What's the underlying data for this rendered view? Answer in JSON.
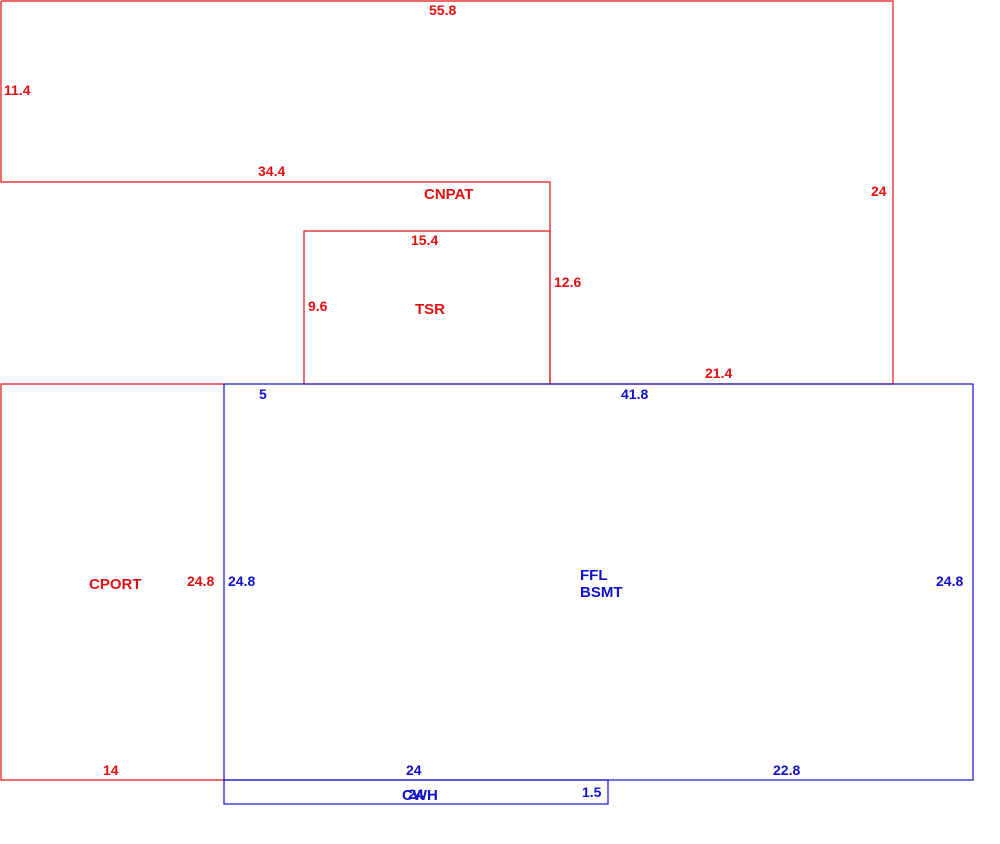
{
  "colors": {
    "upper_level": "#e01010",
    "lower_level": "#1010cc"
  },
  "areas": {
    "cnpat": "CNPAT",
    "tsr": "TSR",
    "cport": "CPORT",
    "ffl": "FFL",
    "bsmt": "BSMT",
    "cwh": "CWH"
  },
  "dimensions": {
    "cnpat_top": "55.8",
    "cnpat_left": "11.4",
    "cnpat_step": "34.4",
    "cnpat_right": "24",
    "cnpat_bottom": "21.4",
    "tsr_top": "15.4",
    "tsr_left": "9.6",
    "tsr_right": "12.6",
    "cport_right": "24.8",
    "cport_bottom": "14",
    "ffl_top_left": "5",
    "ffl_top": "41.8",
    "ffl_left": "24.8",
    "ffl_right": "24.8",
    "ffl_bottom_left": "24",
    "ffl_bottom_right": "22.8",
    "cwh_width": "24",
    "cwh_depth": "1.5"
  }
}
